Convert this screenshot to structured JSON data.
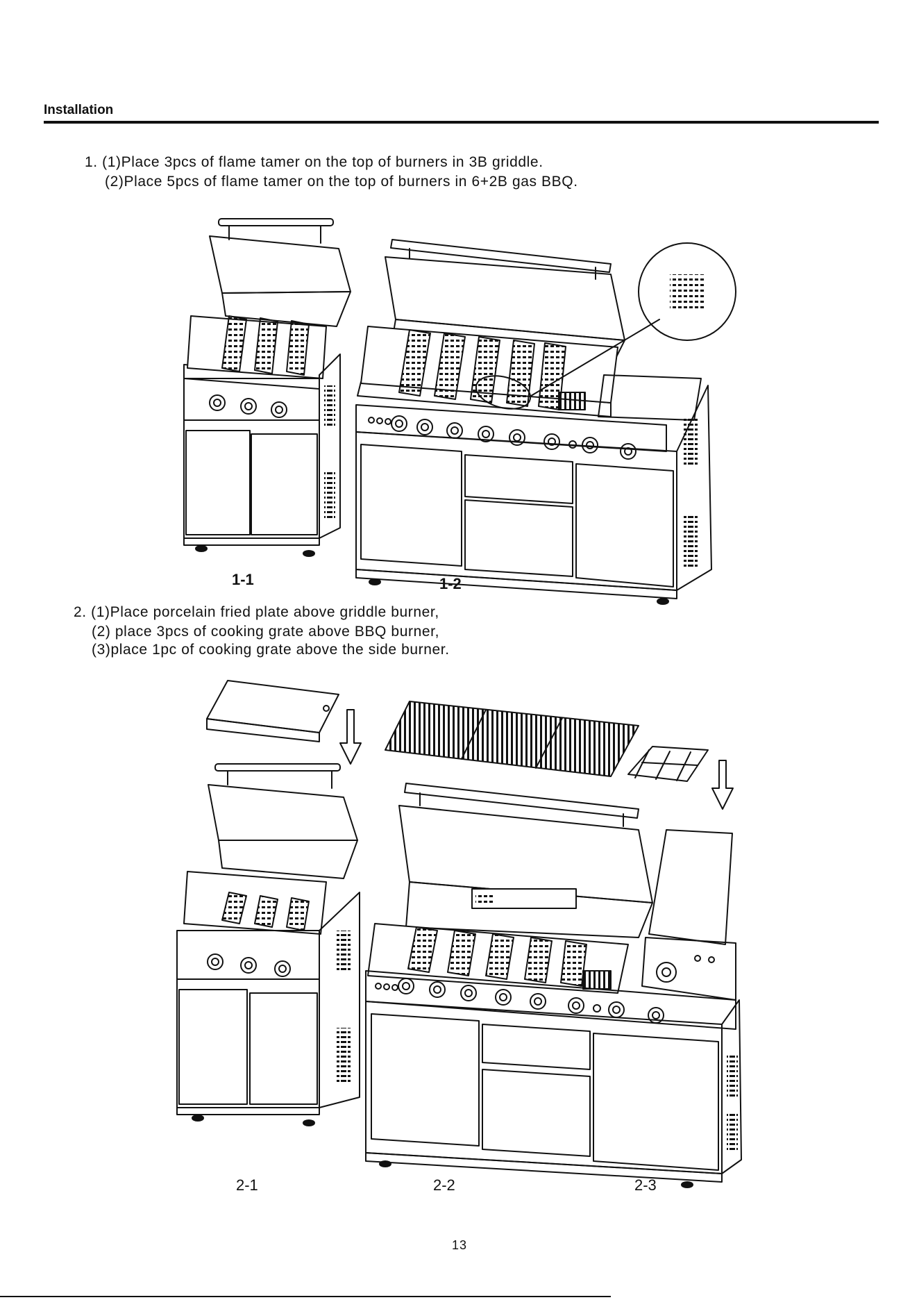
{
  "header": {
    "title": "Installation"
  },
  "step1": {
    "line1": "1. (1)Place 3pcs of flame tamer on the top of burners in 3B griddle.",
    "line2": "(2)Place 5pcs of flame tamer on the top of burners in 6+2B gas BBQ."
  },
  "step2": {
    "line1": "2. (1)Place porcelain fried plate above griddle burner,",
    "line2": "(2) place 3pcs of cooking grate above BBQ burner,",
    "line3": "(3)place 1pc of cooking grate above the side burner."
  },
  "figures": {
    "fig_1_1": "1-1",
    "fig_1_2": "1-2",
    "fig_2_1": "2-1",
    "fig_2_2": "2-2",
    "fig_2_3": "2-3"
  },
  "page_number": "13"
}
